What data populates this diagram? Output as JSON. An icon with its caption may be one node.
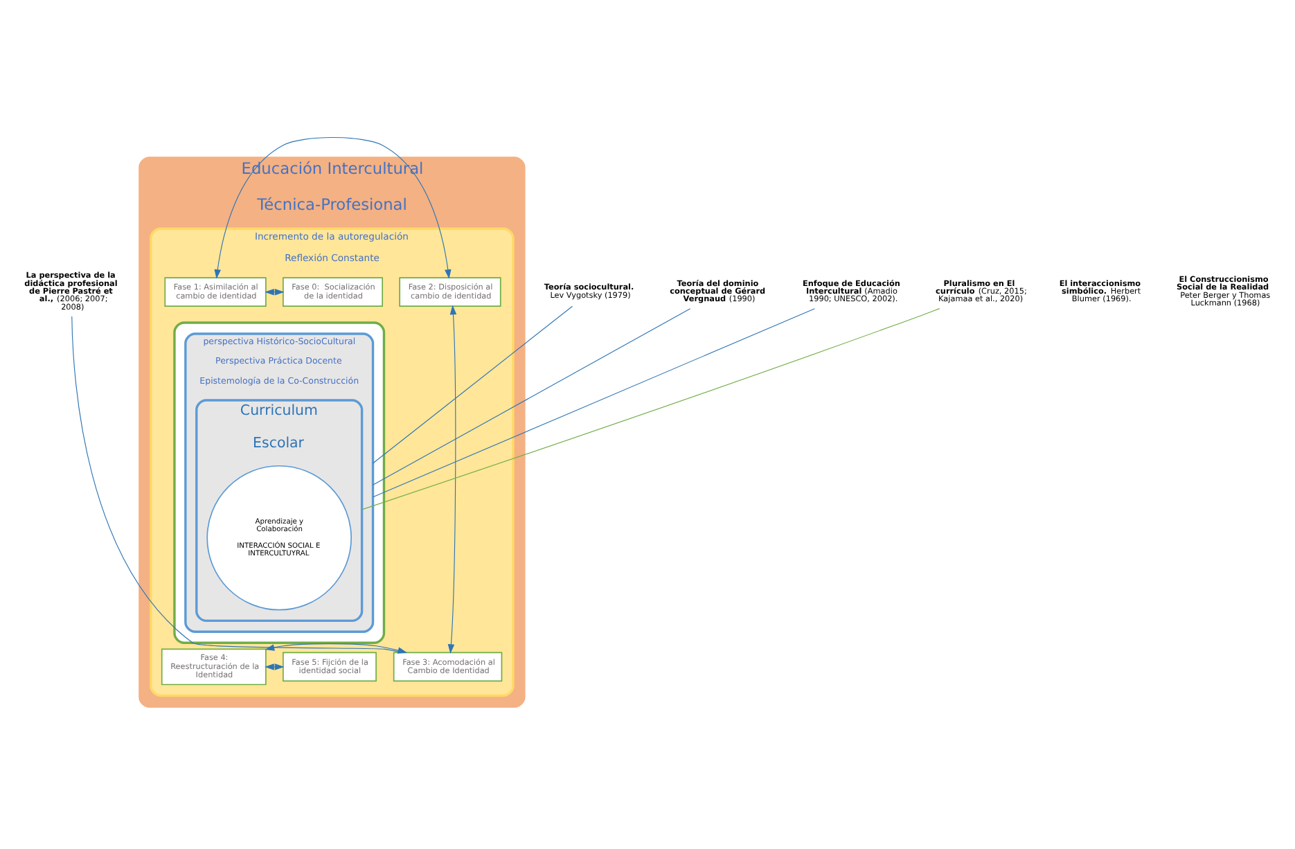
{
  "diagram": {
    "nodes": [
      {
        "text": [
          "Educación Intercultural",
          "Técnica-Profesional"
        ]
      },
      {
        "text": [
          "Incremento de la autoregulación",
          "Reflexión Constante"
        ],
        "in": 0
      },
      {
        "text": [],
        "shape": "hexagon",
        "in": 1
      },
      {
        "text": [
          "perspectiva Histórico-SocioCultural",
          "Perspectiva Práctica Docente",
          "Epistemología de la Co-Construcción"
        ],
        "in": 2
      },
      {
        "text": [
          "Curriculum",
          "Escolar"
        ],
        "in": 3
      },
      {
        "text": [
          "Aprendizaje y Colaboración",
          "INTERACCIÓN SOCIAL E INTERCULTUYRAL"
        ],
        "in": 4
      },
      {
        "text": [
          "Fase 0:  Socialización de la identidad"
        ],
        "in": 1
      },
      {
        "text": [
          "Fase 1: Asimilación al cambio de identidad"
        ],
        "in": 1
      },
      {
        "text": [
          "Fase 2: Disposición al cambio de identidad"
        ],
        "in": 1
      },
      {
        "text": [
          "Fase 3: Acomodación al Cambio de Identidad"
        ],
        "in": 1
      },
      {
        "text": [
          "Fase 4: Reestructuración de la Identidad"
        ],
        "in": 1
      },
      {
        "text": [
          "Fase 5: Fijción de la identidad social"
        ],
        "in": 1
      },
      {
        "text": [
          "**Teoría sociocultural.** Lev Vygotsky (1979)"
        ]
      },
      {
        "text": [
          "**El interaccionismo simbólico.** Herbert Blumer (1969)."
        ]
      },
      {
        "text": [
          "**El Construccionismo Social de la Realidad** Peter Berger y Thomas Luckmann (1968)"
        ]
      },
      {
        "text": [
          "**Teoría del dominio conceptual de Gérard Vergnaud** (1990)"
        ]
      },
      {
        "text": [
          "**Enfoque de Educación Intercultural** (Amadio 1990; UNESCO, 2002)."
        ]
      },
      {
        "text": [
          "**La perspectiva de la didáctica profesional de Pierre Pastré et al.,** (2006; 2007; 2008)"
        ]
      },
      {
        "text": [
          "**Pluralismo en El currículo** (Cruz, 2015; Kajamaa et al., 2020)"
        ]
      }
    ],
    "edges": [
      {
        "from": 6,
        "to": 7,
        "arrow": "both"
      },
      {
        "from": 7,
        "to": 8,
        "arrow": "both"
      },
      {
        "from": 8,
        "to": 9,
        "arrow": "both"
      },
      {
        "from": 9,
        "to": 10,
        "arrow": "both"
      },
      {
        "from": 10,
        "to": 11,
        "arrow": "both"
      },
      {
        "from": 12,
        "to": 3,
        "arrow": "none"
      },
      {
        "from": 15,
        "to": 3,
        "arrow": "none"
      },
      {
        "from": 16,
        "to": 3,
        "arrow": "none"
      },
      {
        "from": 17,
        "to": 9,
        "arrow": "none"
      },
      {
        "from": 18,
        "to": 4,
        "arrow": "none",
        "color": "#70ad47"
      }
    ]
  }
}
